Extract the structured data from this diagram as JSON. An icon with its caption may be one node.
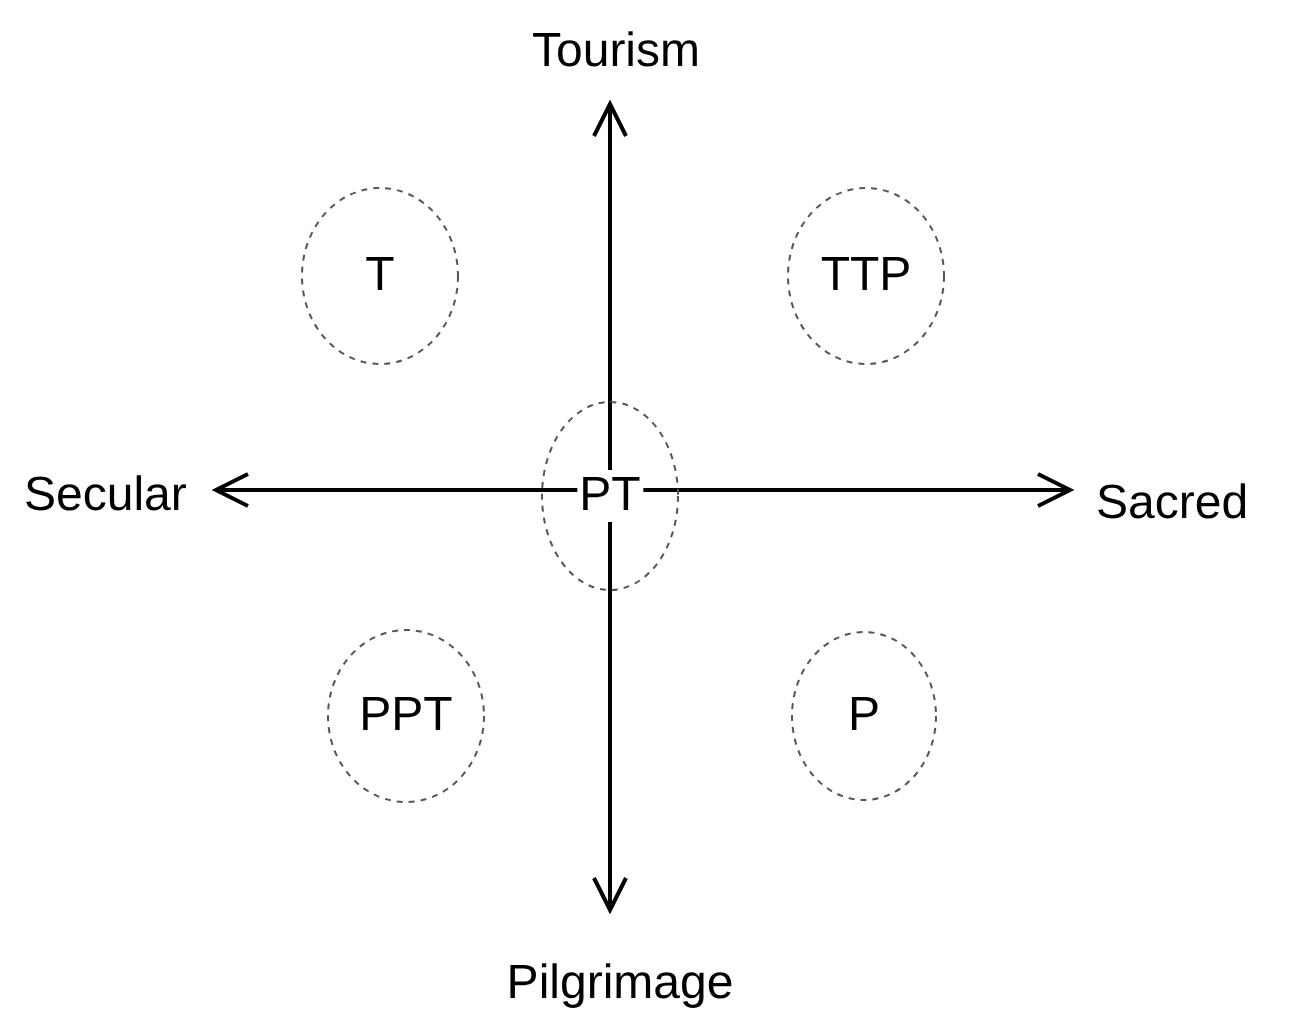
{
  "diagram": {
    "nodes": [
      {
        "text": [
          "T"
        ]
      },
      {
        "text": [
          "TTP"
        ]
      },
      {
        "text": [
          "PT"
        ]
      },
      {
        "text": [
          "PPT"
        ]
      },
      {
        "text": [
          "P"
        ]
      }
    ],
    "labels": [
      "Tourism",
      "Secular",
      "Sacred",
      "Pilgrimage"
    ]
  }
}
